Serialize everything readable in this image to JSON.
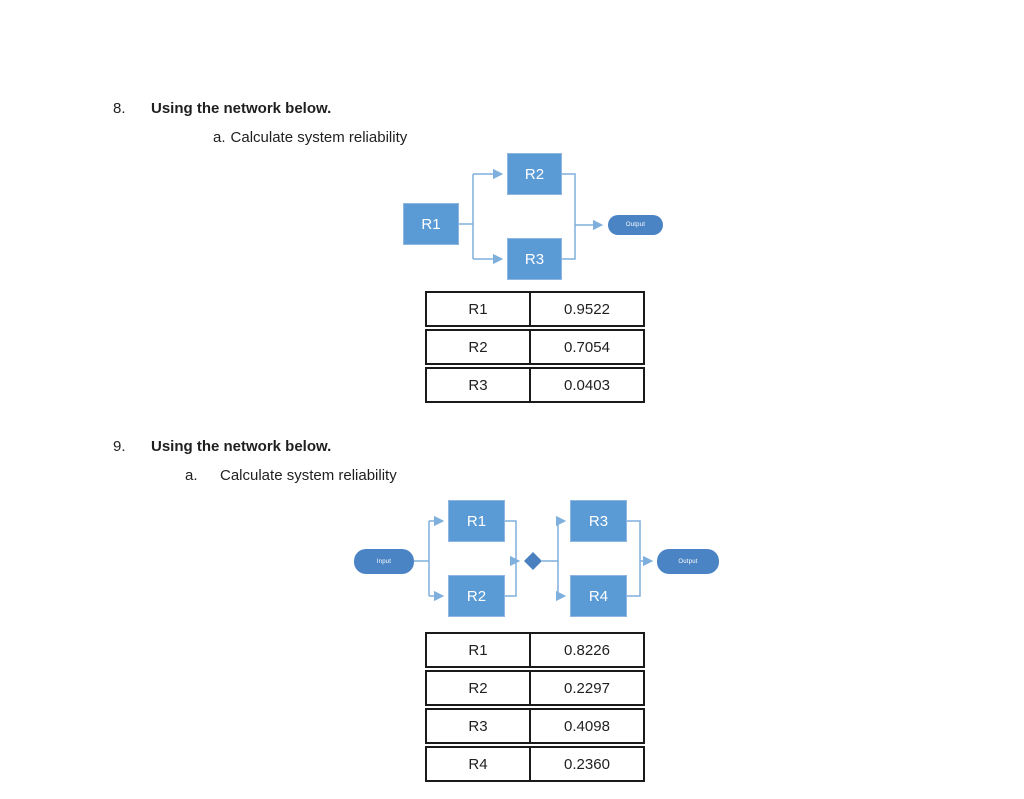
{
  "colors": {
    "node_fill": "#5b9bd5",
    "node_border": "#8fb6e0",
    "terminal_fill": "#4a84c4",
    "connector": "#7fafdc",
    "table_border": "#1a1a1a",
    "text": "#1f1f1f"
  },
  "questions": [
    {
      "number": "8.",
      "title": "Using the network below.",
      "sub_label": "a.",
      "sub_text": "Calculate system reliability",
      "diagram": {
        "nodes": [
          "R1",
          "R2",
          "R3"
        ],
        "output_label": "Output"
      },
      "table": {
        "rows": [
          {
            "name": "R1",
            "value": "0.9522"
          },
          {
            "name": "R2",
            "value": "0.7054"
          },
          {
            "name": "R3",
            "value": "0.0403"
          }
        ]
      }
    },
    {
      "number": "9.",
      "title": "Using the network below.",
      "sub_label": "a.",
      "sub_text": "Calculate system reliability",
      "diagram": {
        "input_label": "Input",
        "nodes": [
          "R1",
          "R2",
          "R3",
          "R4"
        ],
        "output_label": "Output"
      },
      "table": {
        "rows": [
          {
            "name": "R1",
            "value": "0.8226"
          },
          {
            "name": "R2",
            "value": "0.2297"
          },
          {
            "name": "R3",
            "value": "0.4098"
          },
          {
            "name": "R4",
            "value": "0.2360"
          }
        ]
      }
    }
  ]
}
